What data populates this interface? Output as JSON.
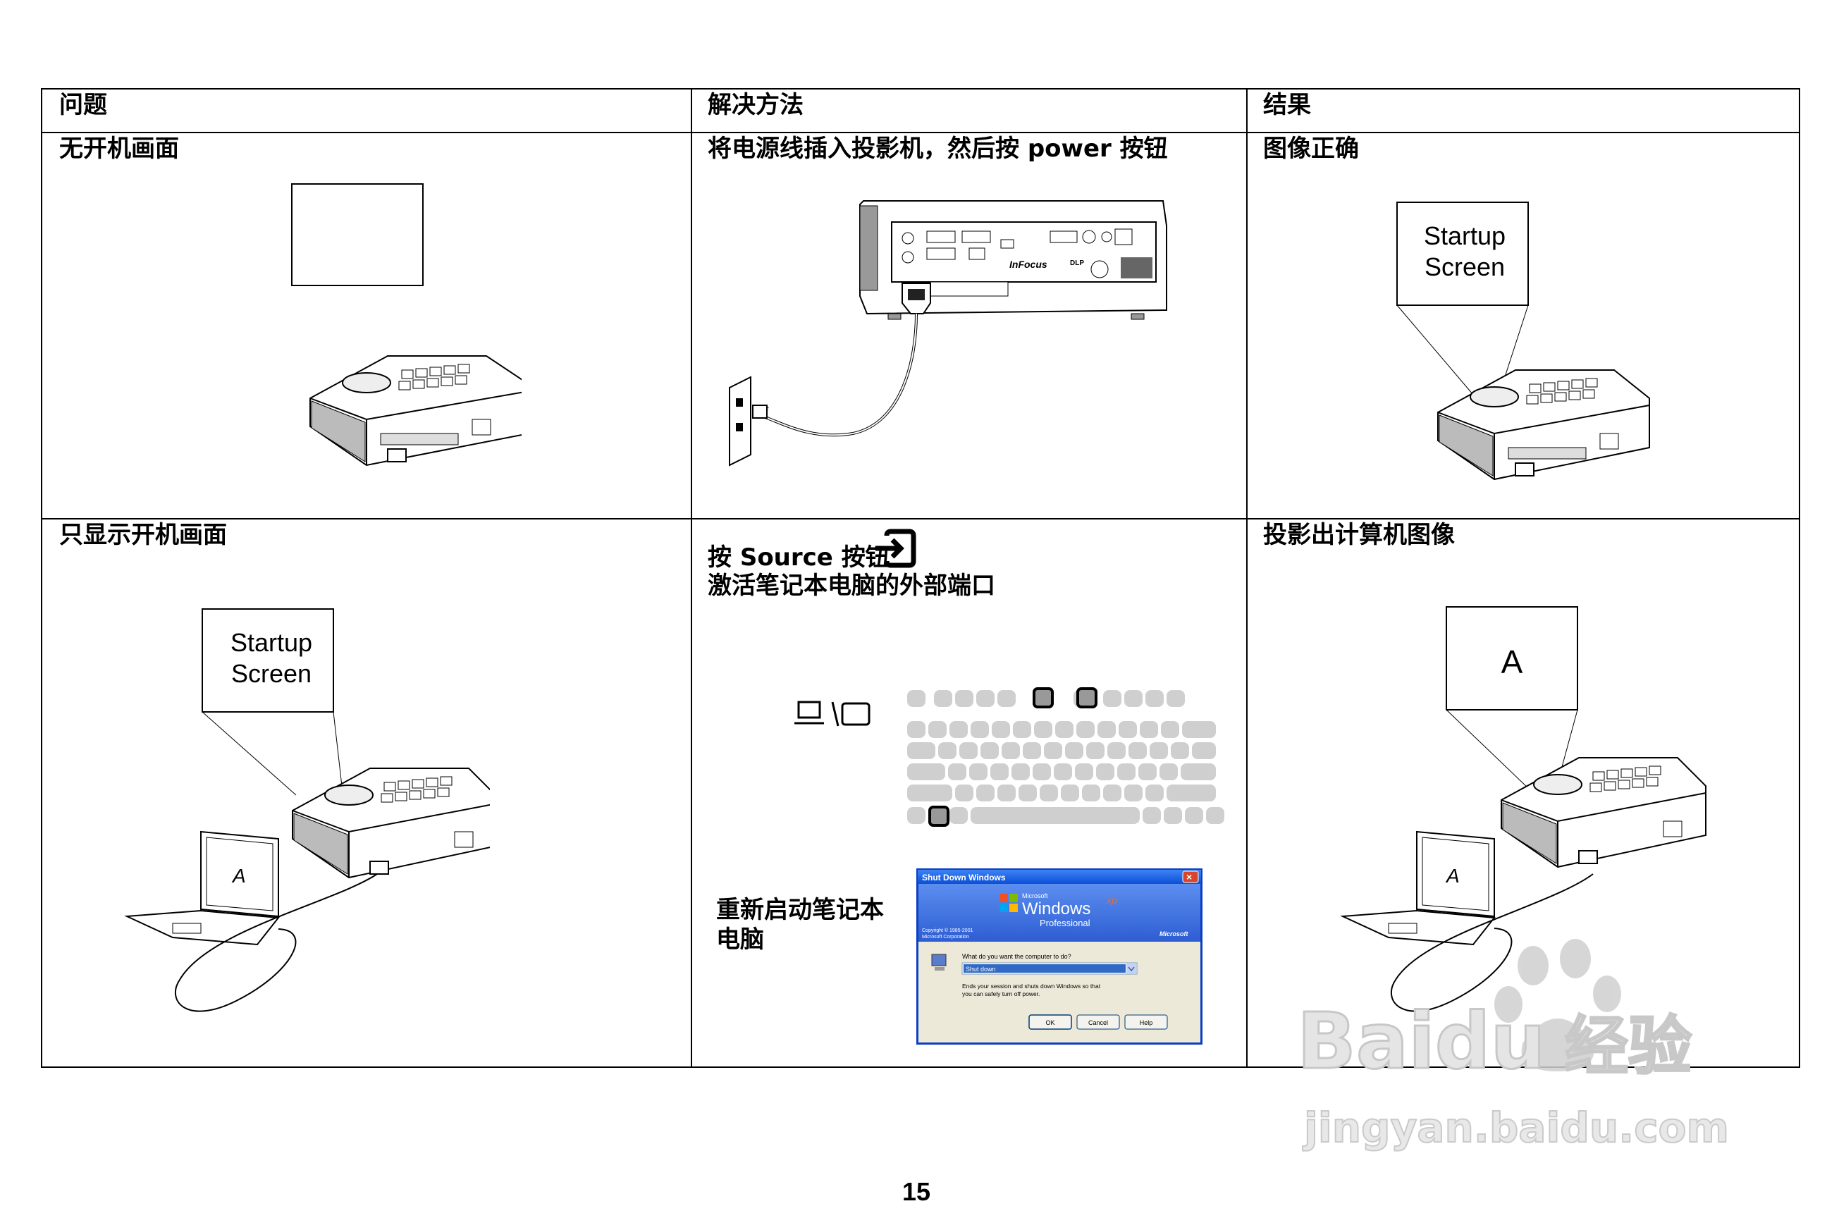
{
  "table": {
    "headers": {
      "problem": "问题",
      "solution": "解决方法",
      "result": "结果"
    },
    "rows": [
      {
        "problem": "无开机画面",
        "solution": "将电源线插入投影机，然后按 power 按钮",
        "result": "图像正确",
        "result_screen_line1": "Startup",
        "result_screen_line2": "Screen"
      },
      {
        "problem": "只显示开机画面",
        "problem_screen_line1": "Startup",
        "problem_screen_line2": "Screen",
        "problem_laptop_letter": "A",
        "solution_line1": "按 Source 按钮",
        "solution_line2": "激活笔记本电脑的外部端口",
        "solution_restart_line1": "重新启动笔记本",
        "solution_restart_line2": "电脑",
        "result": "投影出计算机图像",
        "result_screen_letter": "A",
        "result_laptop_letter": "A"
      }
    ]
  },
  "projector_labels": {
    "brand": "InFocus",
    "dlp": "DLP"
  },
  "shutdown_dialog": {
    "title": "Shut Down Windows",
    "brand_small": "Microsoft",
    "windows_word": "Windows",
    "xp": "xp",
    "edition": "Professional",
    "copyright_line1": "Copyright © 1985-2001",
    "copyright_line2": "Microsoft Corporation",
    "microsoft_logo": "Microsoft",
    "question": "What do you want the computer to do?",
    "selected": "Shut down",
    "description_line1": "Ends your session and shuts down Windows so that",
    "description_line2": "you can safely turn off power.",
    "ok": "OK",
    "cancel": "Cancel",
    "help": "Help"
  },
  "watermark": {
    "brand": "Baidu",
    "product": "经验",
    "url": "jingyan.baidu.com"
  },
  "page_number": "15"
}
